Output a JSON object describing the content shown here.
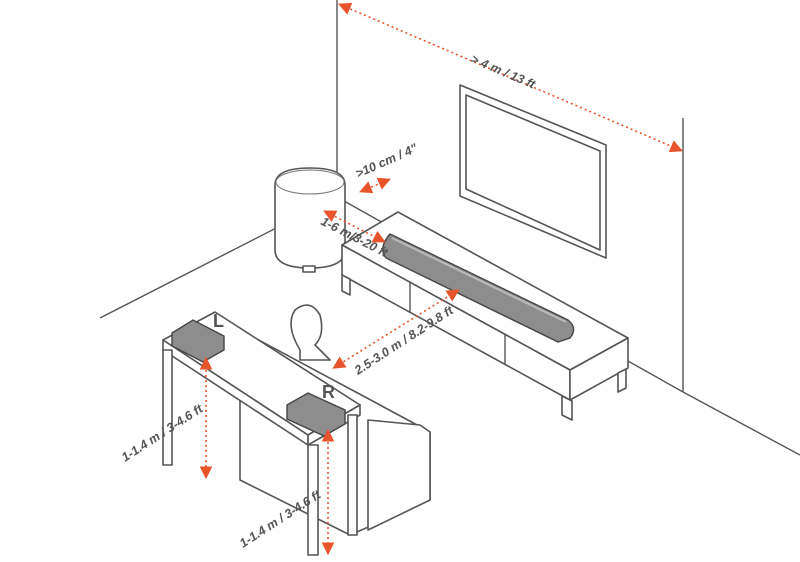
{
  "labels": {
    "room_width": "> 4 m / 13 ft",
    "wall_gap": ">10 cm / 4\"",
    "sub_distance": "1-6 m/3-20 ft",
    "listening_distance": "2.5-3.0 m / 8.2-9.8 ft",
    "left_height": "1-1.4 m / 3-4.6 ft",
    "right_height": "1-1.4 m / 3-4.6 ft",
    "left_speaker": "L",
    "right_speaker": "R"
  },
  "colors": {
    "dimension": "#e8542c",
    "line": "#555555",
    "device": "#8d8d8d"
  }
}
